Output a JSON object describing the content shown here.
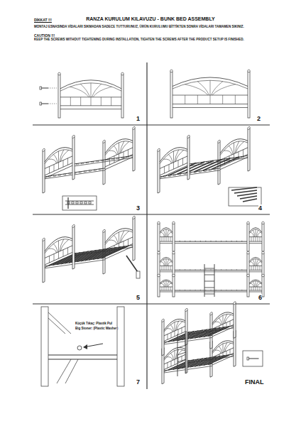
{
  "diagram": {
    "title": "RANZA KURULUM KILAVUZU - BUNK BED ASSEMBLY",
    "labels": [
      "DİKKAT !!!",
      "MONTAJ ESNASINDA VİDALARI SIKMADAN SADECE TUTTURUNUZ, ÜRÜN KURULUMU BİTTİKTEN SONRA VİDALARI TAMAMEN SIKINIZ.",
      "CAUTION !!!",
      "KEEP THE SCREWS WITHOUT TIGHTENING DURING INSTALLATION, TIGHTEN THE SCREWS AFTER THE PRODUCT SETUP IS FINISHED.",
      "1",
      "2",
      "3",
      "4",
      "5",
      "6",
      "7",
      "FINAL",
      "Küçük Tıkaç: Plastik Pul",
      "Big Stoner: (Plastic Washer)"
    ]
  }
}
